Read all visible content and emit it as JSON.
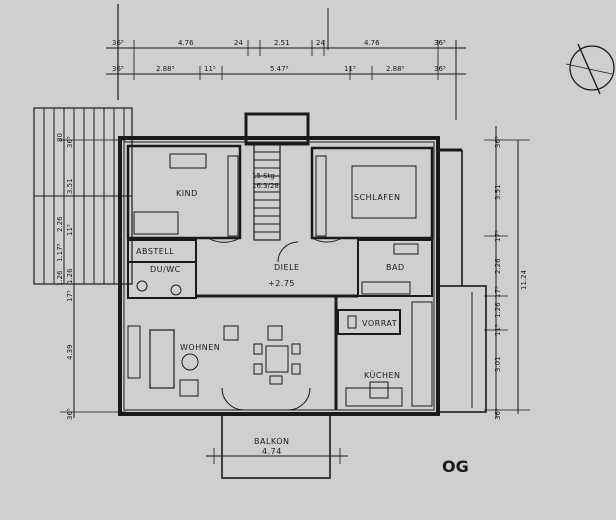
{
  "floor_label": "OG",
  "rooms": {
    "kind": "KIND",
    "schlafen": "SCHLAFEN",
    "abstell": "ABSTELL",
    "du_wc": "DU/WC",
    "diele": "DIELE",
    "diele_level": "+2.75",
    "bad": "BAD",
    "vorrat": "VORRAT",
    "wohnen": "WOHNEN",
    "kuechen": "KÜCHEN",
    "balkon": "BALKON",
    "balkon_width": "4.74"
  },
  "stair_label": "15 Stg",
  "stair_ratio": "16.3/28",
  "dims_top_row1": [
    "36⁵",
    "4.76",
    "24",
    "2.51",
    "24",
    "4.76",
    "36⁵"
  ],
  "dims_top_row2": [
    "36⁵",
    "2.88⁵",
    "11⁵",
    "5.47⁵",
    "11⁵",
    "2.88⁵",
    "36⁵"
  ],
  "dims_right_inner": [
    "36⁵",
    "3.51",
    "17⁵",
    "2.26",
    "17⁵",
    "1.26",
    "11⁵",
    "3.01",
    "36⁵"
  ],
  "dims_right_total": "11.24",
  "dims_left": [
    "36⁵",
    "3.51",
    "11⁵",
    "1.26",
    "17⁵",
    "4.39",
    "36⁵"
  ],
  "dims_left_small": [
    "80",
    "2.26"
  ],
  "dims_left_bottom": [
    "1.26",
    "1.17⁵"
  ],
  "colors": {
    "paper": "#cfcfcf",
    "ink": "#1a1a1a"
  }
}
